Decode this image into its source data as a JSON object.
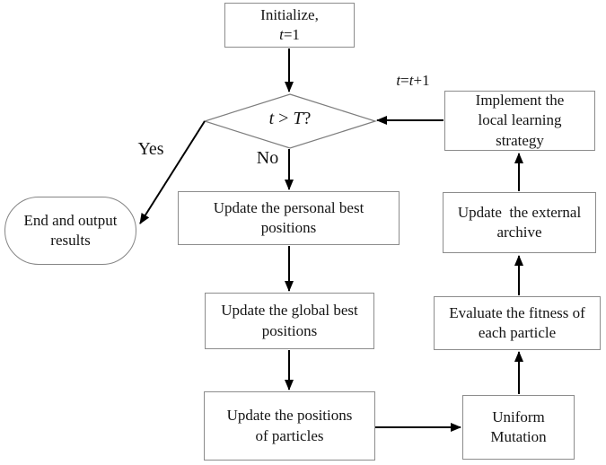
{
  "canvas": {
    "background": "#ffffff",
    "box_border_color": "#8c8c8c",
    "arrow_color": "#000000",
    "text_color": "#141414"
  },
  "nodes": {
    "initialize": {
      "line1": "Initialize,",
      "var": "t",
      "rest": "=1"
    },
    "decision": {
      "var1": "t",
      "op": " > ",
      "var2": "T",
      "suffix": "?"
    },
    "end_output": {
      "label": "End and output\nresults"
    },
    "personal_best": {
      "label": "Update the personal best\npositions"
    },
    "global_best": {
      "label": "Update the global best\npositions"
    },
    "update_positions": {
      "label": "Update the positions\nof particles"
    },
    "uniform_mutation": {
      "label": "Uniform\nMutation"
    },
    "evaluate_fitness": {
      "label": "Evaluate the fitness of\neach particle"
    },
    "external_archive": {
      "label": "Update  the external\narchive"
    },
    "local_learning": {
      "label": "Implement the\nlocal learning\nstrategy"
    }
  },
  "edge_labels": {
    "yes": "Yes",
    "no": "No",
    "increment": {
      "var1": "t",
      "eq": "=",
      "var2": "t",
      "rest": "+1"
    }
  }
}
